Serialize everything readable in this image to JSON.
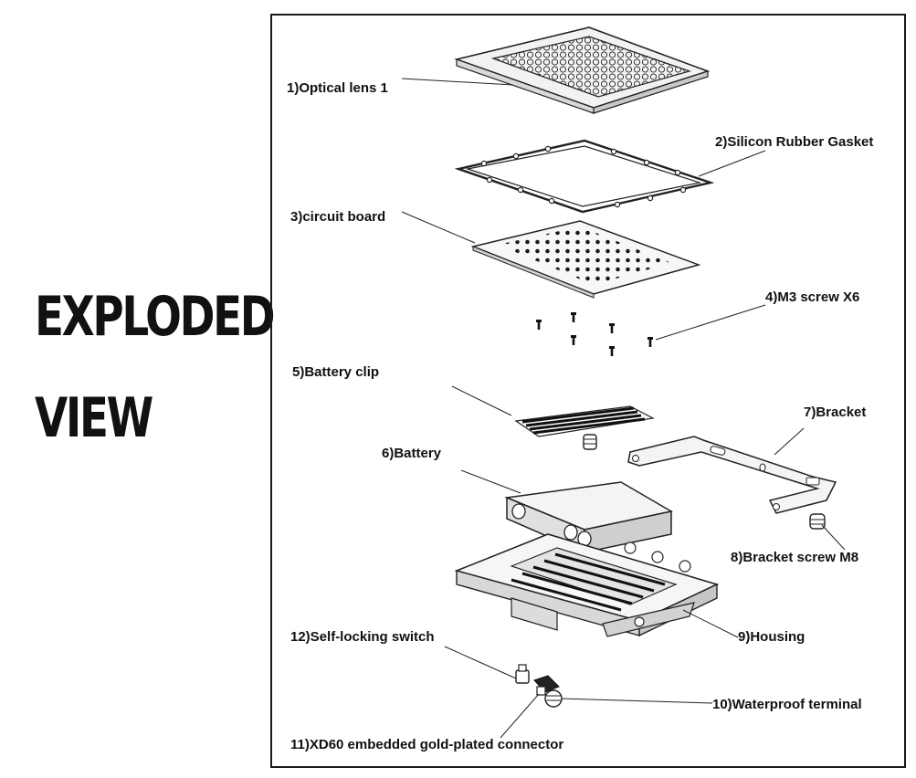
{
  "heading": {
    "line1": "EXPLODED",
    "line2": "VIEW"
  },
  "parts": [
    {
      "label": "1)Optical lens 1"
    },
    {
      "label": "2)Silicon Rubber Gasket"
    },
    {
      "label": "3)circuit board"
    },
    {
      "label": "4)M3 screw X6"
    },
    {
      "label": "5)Battery clip"
    },
    {
      "label": "6)Battery"
    },
    {
      "label": "7)Bracket"
    },
    {
      "label": "8)Bracket screw M8"
    },
    {
      "label": "9)Housing"
    },
    {
      "label": "10)Waterproof terminal"
    },
    {
      "label": "11)XD60 embedded gold-plated connector"
    },
    {
      "label": "12)Self-locking switch"
    }
  ]
}
